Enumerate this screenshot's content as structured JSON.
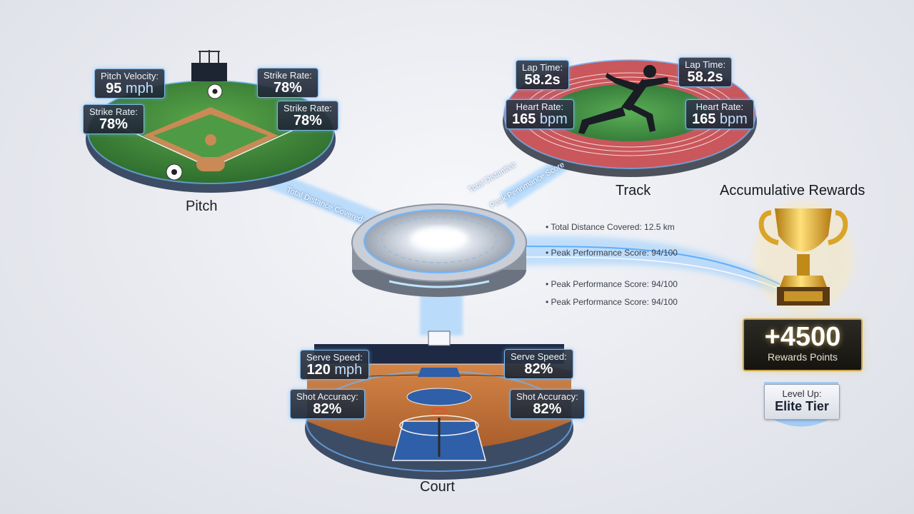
{
  "pitch": {
    "label": "Pitch",
    "stats": [
      {
        "label": "Pitch Velocity:",
        "value": "95",
        "unit": " mph"
      },
      {
        "label": "Strike Rate:",
        "value": "78%",
        "unit": ""
      },
      {
        "label": "Strike Rate:",
        "value": "78%",
        "unit": ""
      },
      {
        "label": "Strike Rate:",
        "value": "78%",
        "unit": ""
      }
    ]
  },
  "track": {
    "label": "Track",
    "stats": [
      {
        "label": "Lap Time:",
        "value": "58.2s",
        "unit": ""
      },
      {
        "label": "Lap Time:",
        "value": "58.2s",
        "unit": ""
      },
      {
        "label": "Heart Rate:",
        "value": "165",
        "unit": " bpm"
      },
      {
        "label": "Heart Rate:",
        "value": "165",
        "unit": " bpm"
      }
    ]
  },
  "court": {
    "label": "Court",
    "stats": [
      {
        "label": "Serve Speed:",
        "value": "120",
        "unit": " mph"
      },
      {
        "label": "Serve Speed:",
        "value": "82%",
        "unit": ""
      },
      {
        "label": "Shot Accuracy:",
        "value": "82%",
        "unit": ""
      },
      {
        "label": "Shot Accuracy:",
        "value": "82%",
        "unit": ""
      }
    ]
  },
  "flows": {
    "pitch_to_hub": "Total Distance Covered:",
    "track_to_hub_a": "Total Distantive",
    "track_to_hub_b": "Peak Pennmance Score"
  },
  "summary": [
    "• Total Distance Covered: 12.5 km",
    "• Peak Performance Score: 94/100",
    "• Peak Performance Score: 94/100",
    "• Peak Performance Score: 94/100"
  ],
  "rewards": {
    "title": "Accumulative Rewards",
    "points": "+4500",
    "points_label": "Rewards Points",
    "level_line1": "Level Up:",
    "level_line2": "Elite Tier"
  },
  "colors": {
    "flow": "#6fb6ff",
    "grass": "#3f8a3a",
    "track": "#c9575b",
    "court_wood": "#c9783e",
    "court_paint": "#2f5fa8",
    "trophy": "#e2a92a"
  }
}
